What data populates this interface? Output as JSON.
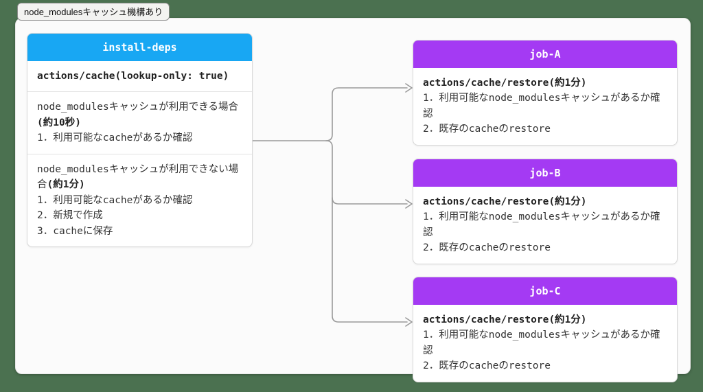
{
  "page_label": "node_modulesキャッシュ機構あり",
  "colors": {
    "background": "#4b7150",
    "source_header": "#18a7f3",
    "job_header": "#a43af3",
    "connector": "#9a9a9a",
    "panel_background": "#fbfbfb"
  },
  "install_deps": {
    "title": "install-deps",
    "action": "actions/cache(lookup-only: true)",
    "case_hit": {
      "heading": "node_modulesキャッシュが利用できる場合",
      "duration": "(約10秒)",
      "step1": "1．利用可能なcacheがあるか確認"
    },
    "case_miss": {
      "heading": "node_modulesキャッシュが利用できない場合",
      "duration": "(約1分)",
      "step1": "1．利用可能なcacheがあるか確認",
      "step2": "2．新規で作成",
      "step3": "3．cacheに保存"
    }
  },
  "jobs": [
    {
      "title": "job-A",
      "action": "actions/cache/restore",
      "duration": "(約1分)",
      "step1": "1．利用可能なnode_modulesキャッシュがあるか確認",
      "step2": "2．既存のcacheのrestore"
    },
    {
      "title": "job-B",
      "action": "actions/cache/restore",
      "duration": "(約1分)",
      "step1": "1．利用可能なnode_modulesキャッシュがあるか確認",
      "step2": "2．既存のcacheのrestore"
    },
    {
      "title": "job-C",
      "action": "actions/cache/restore",
      "duration": "(約1分)",
      "step1": "1．利用可能なnode_modulesキャッシュがあるか確認",
      "step2": "2．既存のcacheのrestore"
    }
  ]
}
